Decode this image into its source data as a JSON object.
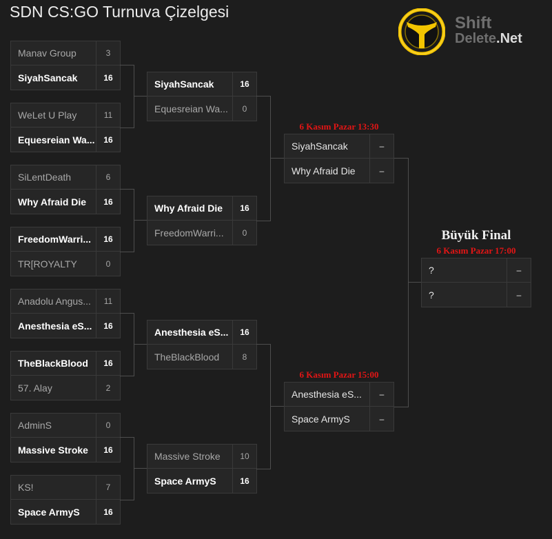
{
  "title": "SDN CS:GO Turnuva Çizelgesi",
  "logo": {
    "shift": "Shift",
    "delete": "Delete",
    "net": ".Net",
    "icon": "yellow-circle-y-icon"
  },
  "colors": {
    "background": "#1d1d1d",
    "box": "#262626",
    "border": "#3a3a3a",
    "schedule": "#e11515",
    "logo_accent": "#f2c400"
  },
  "round1": [
    {
      "teams": [
        {
          "name": "Manav Group",
          "score": "3"
        },
        {
          "name": "SiyahSancak",
          "score": "16",
          "win": true
        }
      ]
    },
    {
      "teams": [
        {
          "name": "WeLet U Play",
          "score": "11"
        },
        {
          "name": "Equesreian Wa...",
          "score": "16",
          "win": true
        }
      ]
    },
    {
      "teams": [
        {
          "name": "SiLentDeath",
          "score": "6"
        },
        {
          "name": "Why Afraid Die",
          "score": "16",
          "win": true
        }
      ]
    },
    {
      "teams": [
        {
          "name": "FreedomWarri...",
          "score": "16",
          "win": true
        },
        {
          "name": "TR[ROYALTY",
          "score": "0"
        }
      ]
    },
    {
      "teams": [
        {
          "name": "Anadolu Angus...",
          "score": "11"
        },
        {
          "name": "Anesthesia eS...",
          "score": "16",
          "win": true
        }
      ]
    },
    {
      "teams": [
        {
          "name": "TheBlackBlood",
          "score": "16",
          "win": true
        },
        {
          "name": "57. Alay",
          "score": "2"
        }
      ]
    },
    {
      "teams": [
        {
          "name": "AdminS",
          "score": "0"
        },
        {
          "name": "Massive Stroke",
          "score": "16",
          "win": true
        }
      ]
    },
    {
      "teams": [
        {
          "name": "KS!",
          "score": "7"
        },
        {
          "name": "Space ArmyS",
          "score": "16",
          "win": true
        }
      ]
    }
  ],
  "round2": [
    {
      "teams": [
        {
          "name": "SiyahSancak",
          "score": "16",
          "win": true
        },
        {
          "name": "Equesreian Wa...",
          "score": "0"
        }
      ]
    },
    {
      "teams": [
        {
          "name": "Why Afraid Die",
          "score": "16",
          "win": true
        },
        {
          "name": "FreedomWarri...",
          "score": "0"
        }
      ]
    },
    {
      "teams": [
        {
          "name": "Anesthesia eS...",
          "score": "16",
          "win": true
        },
        {
          "name": "TheBlackBlood",
          "score": "8"
        }
      ]
    },
    {
      "teams": [
        {
          "name": "Massive Stroke",
          "score": "10"
        },
        {
          "name": "Space ArmyS",
          "score": "16",
          "win": true
        }
      ]
    }
  ],
  "semis": [
    {
      "schedule": "6 Kasım Pazar 13:30",
      "teams": [
        {
          "name": "SiyahSancak",
          "score": "–"
        },
        {
          "name": "Why Afraid Die",
          "score": "–"
        }
      ]
    },
    {
      "schedule": "6 Kasım Pazar 15:00",
      "teams": [
        {
          "name": "Anesthesia eS...",
          "score": "–"
        },
        {
          "name": "Space ArmyS",
          "score": "–"
        }
      ]
    }
  ],
  "final": {
    "title": "Büyük Final",
    "schedule": "6 Kasım Pazar 17:00",
    "teams": [
      {
        "name": "?",
        "score": "–"
      },
      {
        "name": "?",
        "score": "–"
      }
    ]
  }
}
